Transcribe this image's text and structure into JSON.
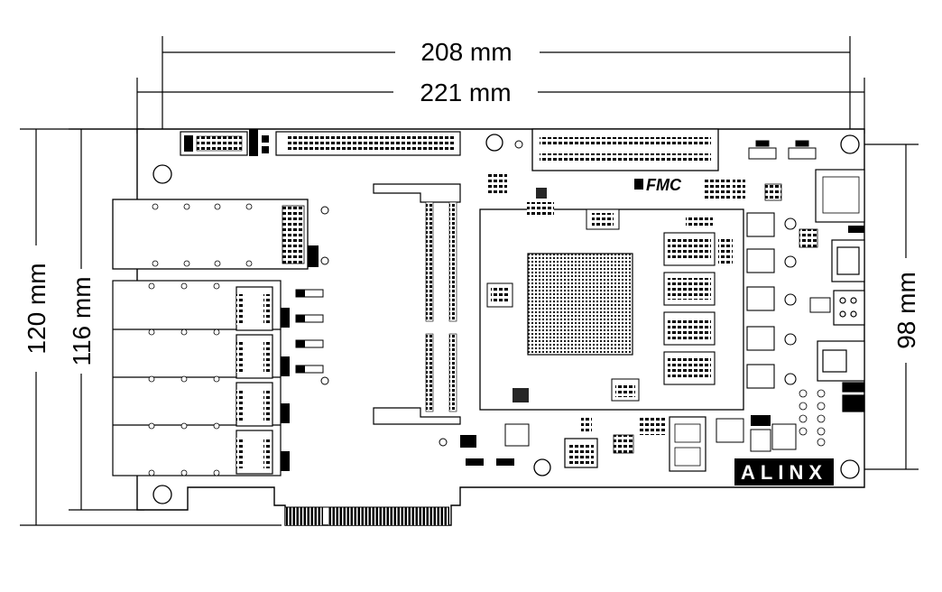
{
  "dimensions": {
    "width_outer": "208 mm",
    "width_total": "221 mm",
    "height_total": "120 mm",
    "height_board": "116 mm",
    "height_right": "98 mm"
  },
  "board": {
    "logo": "ALINX",
    "fmc_label": "FMC"
  },
  "colors": {
    "line": "#000000",
    "background": "#ffffff",
    "component_fill": "#f2f2f2"
  }
}
